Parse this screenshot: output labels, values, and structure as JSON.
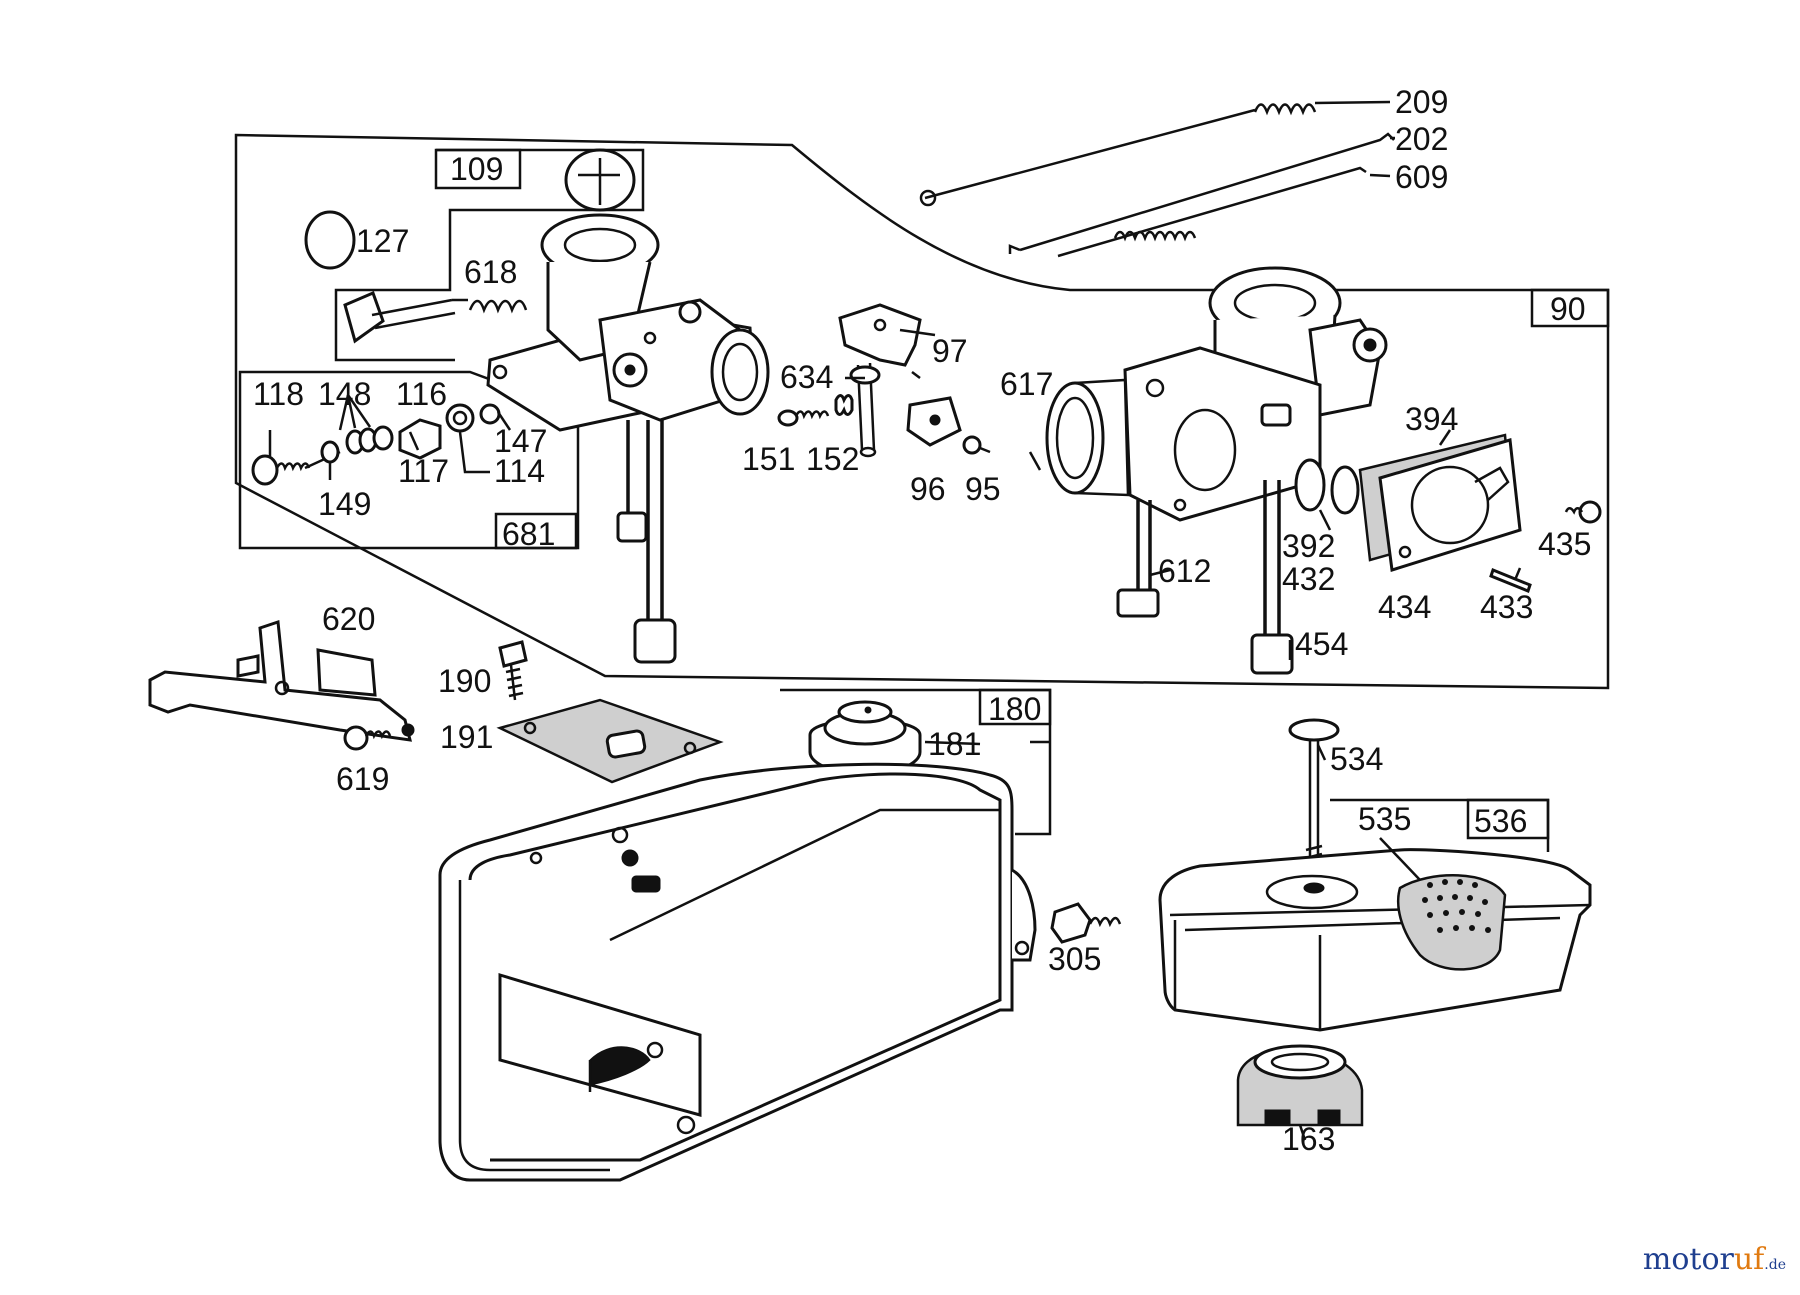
{
  "labels": {
    "l209": "209",
    "l202": "202",
    "l609": "609",
    "l109": "109",
    "l127": "127",
    "l618": "618",
    "l97": "97",
    "l634": "634",
    "l90": "90",
    "l617": "617",
    "l118": "118",
    "l148": "148",
    "l116": "116",
    "l147": "147",
    "l117": "117",
    "l114": "114",
    "l149": "149",
    "l681": "681",
    "l151": "151",
    "l152": "152",
    "l96": "96",
    "l95": "95",
    "l394": "394",
    "l435": "435",
    "l392": "392",
    "l432": "432",
    "l612": "612",
    "l434": "434",
    "l433": "433",
    "l454": "454",
    "l620": "620",
    "l190": "190",
    "l191": "191",
    "l619": "619",
    "l180": "180",
    "l181": "181",
    "l534": "534",
    "l535": "535",
    "l536": "536",
    "l305": "305",
    "l163": "163"
  },
  "logo": {
    "part1": "motor",
    "part2": "uf",
    "part3": ".de"
  },
  "colors": {
    "logo_blue": "#1f3f8f",
    "logo_orange": "#e07a10",
    "line": "#111111"
  }
}
